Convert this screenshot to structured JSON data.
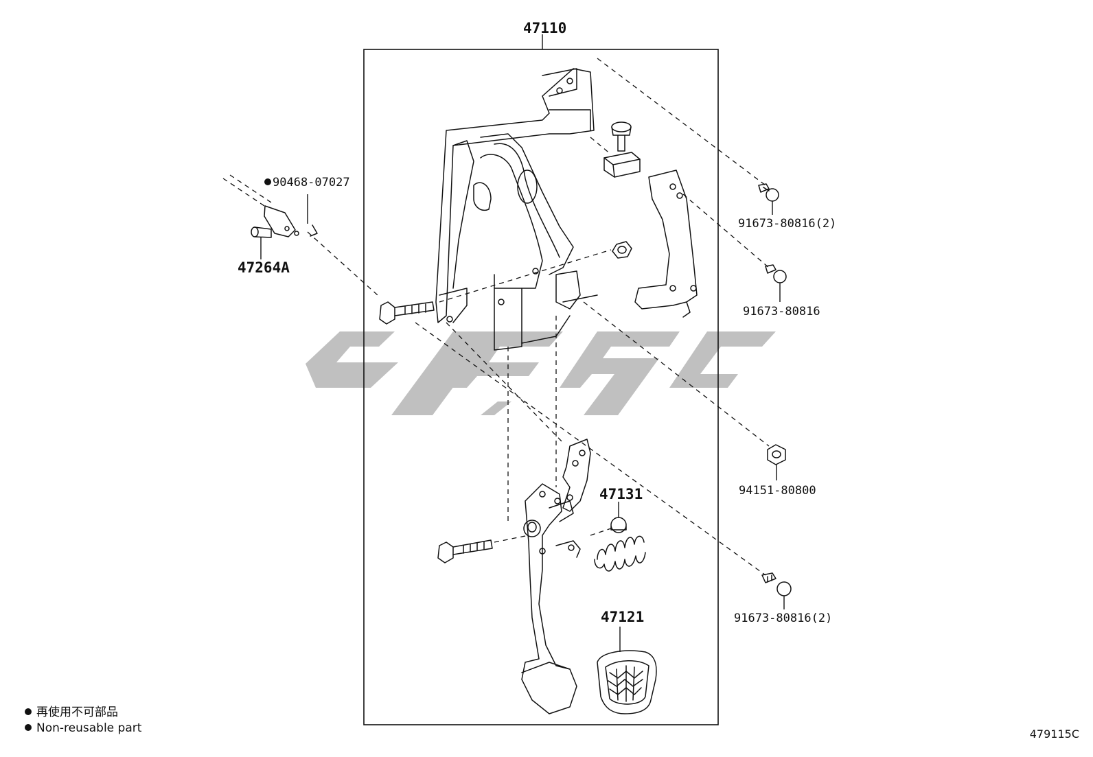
{
  "diagram": {
    "assembly_label": "47110",
    "parts": {
      "pin_clip": "90468-07027",
      "pin": "47264A",
      "bolt_top": "91673-80816(2)",
      "bolt_mid": "91673-80816",
      "nut": "94151-80800",
      "bolt_bottom": "91673-80816(2)",
      "spring_cushion": "47131",
      "pedal_pad": "47121"
    },
    "legend": {
      "jp_text": "再使用不可部品",
      "en_text": "Non-reusable part"
    },
    "figure_code": "479115C",
    "watermark_color": "#bdbdbd",
    "line_color": "#111111"
  }
}
